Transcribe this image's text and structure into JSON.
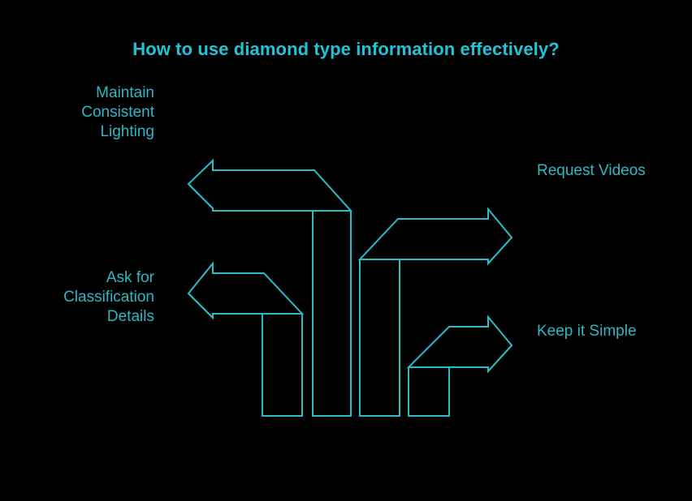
{
  "page": {
    "background_color": "#000000",
    "accent_color": "#2bbcc8",
    "title_color": "#22c3d6",
    "title": "How to use diamond type information effectively?"
  },
  "labels": {
    "top_left": "Maintain\nConsistent\nLighting",
    "bottom_left": "Ask for\nClassification\nDetails",
    "top_right": "Request Videos",
    "bottom_right": "Keep it Simple"
  },
  "diagram": {
    "type": "isometric-arrow-steps",
    "arrow_count": 4,
    "arrows": [
      {
        "name": "arrow-top-left",
        "direction": "left",
        "label_ref": "labels.top_left"
      },
      {
        "name": "arrow-top-right",
        "direction": "right",
        "label_ref": "labels.top_right"
      },
      {
        "name": "arrow-bottom-left",
        "direction": "left",
        "label_ref": "labels.bottom_left"
      },
      {
        "name": "arrow-bottom-right",
        "direction": "right",
        "label_ref": "labels.bottom_right"
      }
    ]
  }
}
